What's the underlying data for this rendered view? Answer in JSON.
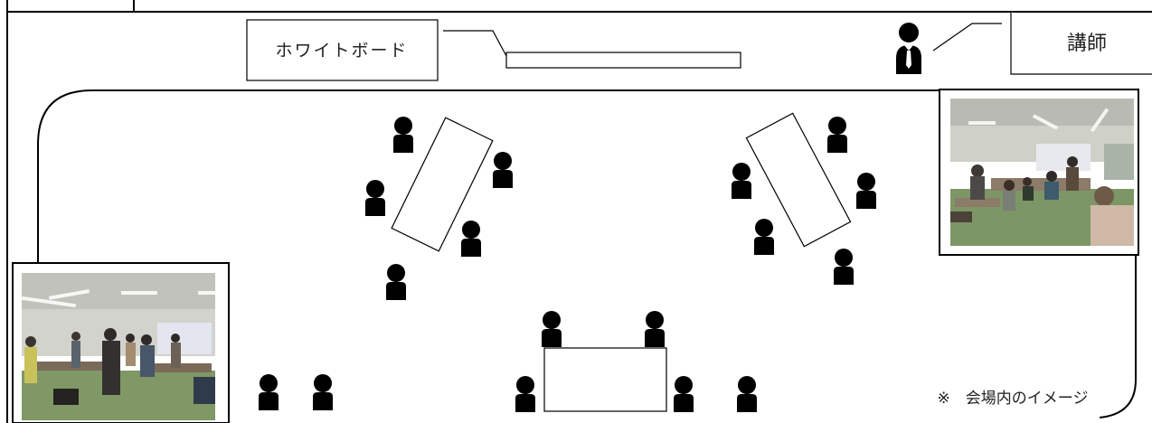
{
  "whiteboard": {
    "label": "ホワイトボード"
  },
  "lecturer": {
    "label": "講師"
  },
  "note": {
    "text": "※　会場内のイメージ"
  },
  "photos": [
    {
      "name": "photo-venue-seated",
      "alt": "会場写真（着席）"
    },
    {
      "name": "photo-venue-standing",
      "alt": "会場写真（立ち）"
    }
  ],
  "colors": {
    "line": "#000000",
    "person": "#000000",
    "floor": "#6f8f5a",
    "wall": "#d9d9d2"
  },
  "icons": {
    "person": "person-icon",
    "lecturer": "lecturer-icon"
  }
}
